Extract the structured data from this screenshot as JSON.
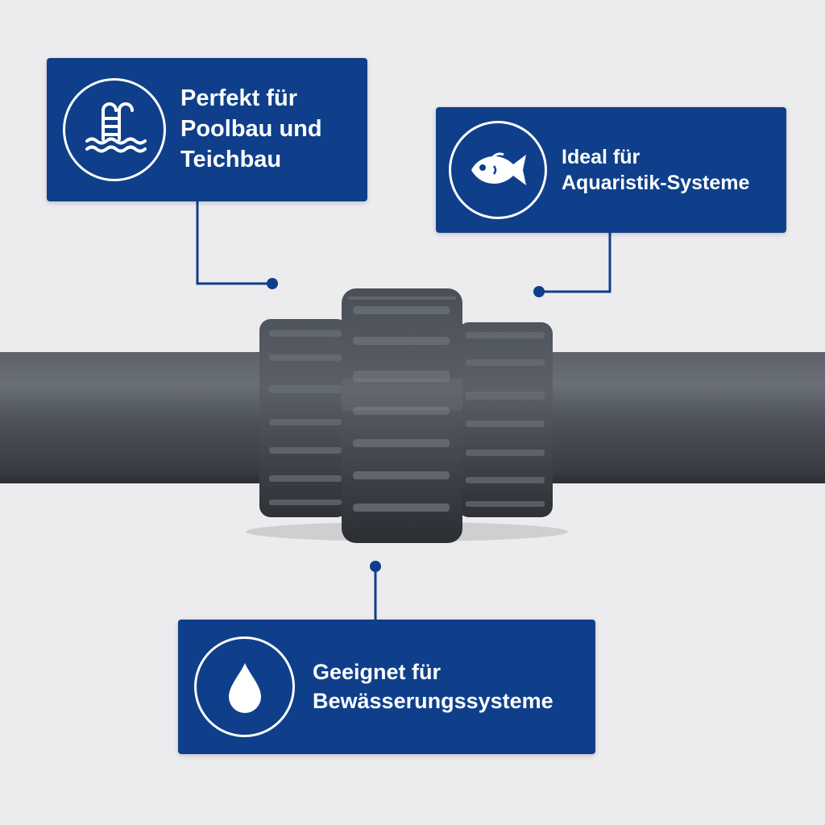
{
  "callouts": {
    "pool": {
      "icon": "pool-ladder-icon",
      "lines": [
        "Perfekt für",
        "Poolbau und",
        "Teichbau"
      ]
    },
    "aquarium": {
      "icon": "fish-icon",
      "lines": [
        "Ideal für",
        "Aquaristik-Systeme"
      ]
    },
    "irrigation": {
      "icon": "water-drop-icon",
      "lines": [
        "Geeignet für",
        "Bewässerungssysteme"
      ]
    }
  },
  "colors": {
    "callout_bg": "#0f3f8a",
    "pipe": "#4b5058",
    "connector_line": "#0f3f8a",
    "background": "#ecebee"
  },
  "product": "pvc-pipe-union-fitting"
}
